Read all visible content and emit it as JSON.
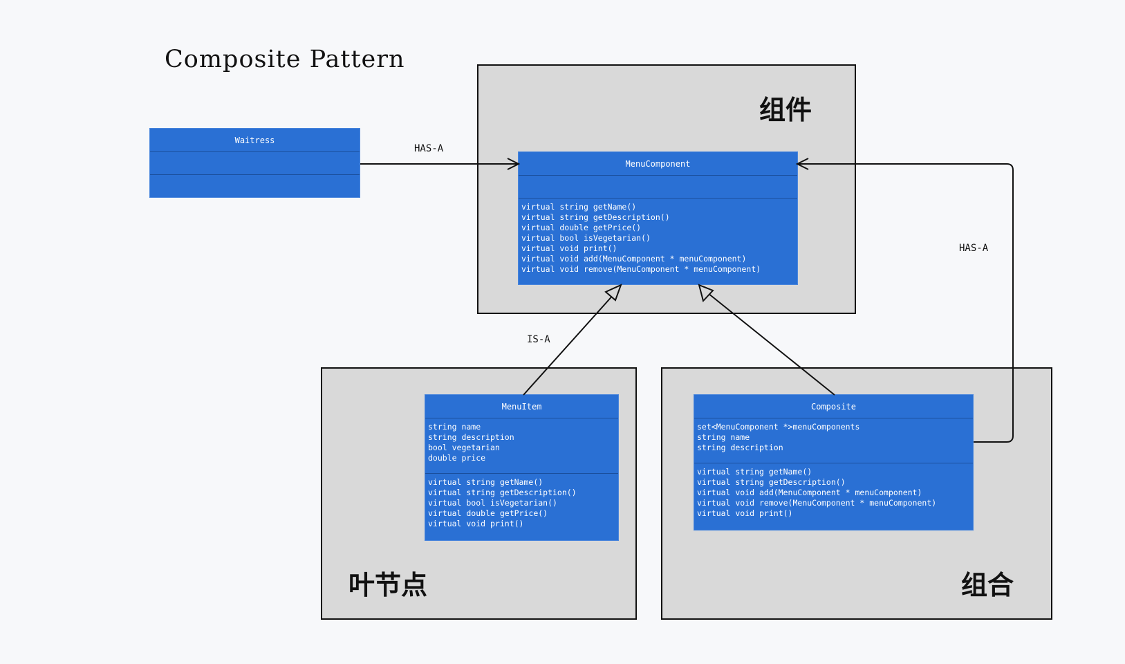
{
  "title": "Composite Pattern",
  "regions": {
    "component": "组件",
    "leaf": "叶节点",
    "composite": "组合"
  },
  "classes": {
    "waitress": {
      "name": "Waitress",
      "attributes": [],
      "methods": []
    },
    "menu_component": {
      "name": "MenuComponent",
      "attributes": [],
      "methods": [
        "virtual string getName()",
        "virtual string getDescription()",
        "virtual double getPrice()",
        "virtual bool isVegetarian()",
        "virtual void print()",
        "virtual void add(MenuComponent * menuComponent)",
        "virtual void remove(MenuComponent * menuComponent)"
      ]
    },
    "menu_item": {
      "name": "MenuItem",
      "attributes": [
        "string name",
        "string description",
        "bool vegetarian",
        "double price"
      ],
      "methods": [
        "virtual string getName()",
        "virtual string getDescription()",
        "virtual bool isVegetarian()",
        "virtual double getPrice()",
        "virtual void print()"
      ]
    },
    "composite": {
      "name": "Composite",
      "attributes": [
        "set<MenuComponent *>menuComponents",
        "string name",
        "string description"
      ],
      "methods": [
        "virtual string getName()",
        "virtual string getDescription()",
        "virtual void add(MenuComponent * menuComponent)",
        "virtual void remove(MenuComponent * menuComponent)",
        "virtual void print()"
      ]
    }
  },
  "relations": {
    "waitress_has": "HAS-A",
    "is_a": "IS-A",
    "composite_has": "HAS-A"
  },
  "colors": {
    "class_fill": "#2a70d4",
    "region_fill": "#d9d9d9",
    "background": "#f7f8fa"
  }
}
